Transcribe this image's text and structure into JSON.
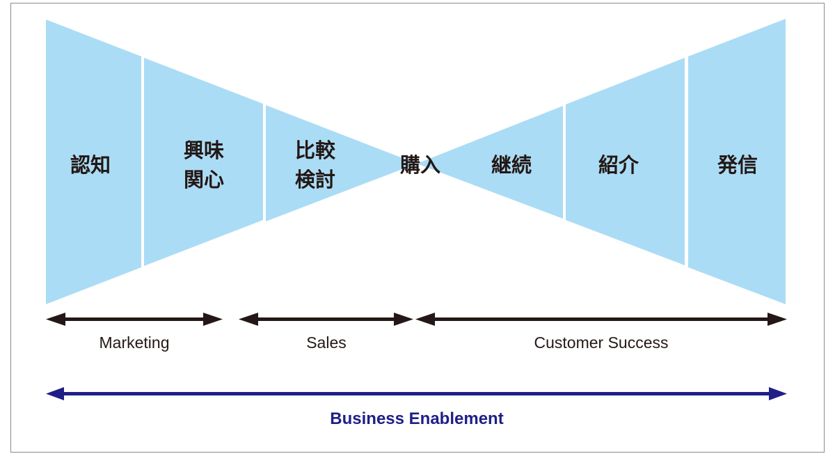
{
  "diagram": {
    "type": "bowtie",
    "colors": {
      "segment_fill": "#abdcf5",
      "dark_arrow": "#231815",
      "enablement_arrow": "#1f1f87",
      "frame_border": "#8a8a8a"
    },
    "stages": [
      {
        "id": "awareness",
        "lines": [
          "認知"
        ]
      },
      {
        "id": "interest",
        "lines": [
          "興味",
          "関心"
        ]
      },
      {
        "id": "consideration",
        "lines": [
          "比較",
          "検討"
        ]
      },
      {
        "id": "purchase",
        "lines": [
          "購入"
        ]
      },
      {
        "id": "retention",
        "lines": [
          "継続"
        ]
      },
      {
        "id": "referral",
        "lines": [
          "紹介"
        ]
      },
      {
        "id": "advocacy",
        "lines": [
          "発信"
        ]
      }
    ],
    "teams": [
      {
        "id": "marketing",
        "label": "Marketing"
      },
      {
        "id": "sales",
        "label": "Sales"
      },
      {
        "id": "customer-success",
        "label": "Customer Success"
      }
    ],
    "enablement": {
      "label": "Business Enablement"
    }
  }
}
